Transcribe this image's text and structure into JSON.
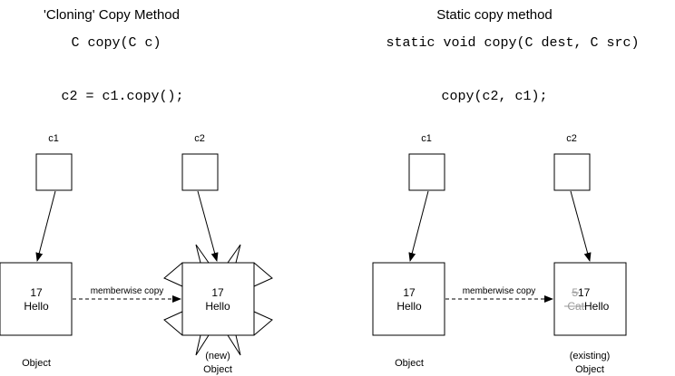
{
  "left": {
    "title": "'Cloning' Copy Method",
    "signature": "C copy(C c)",
    "call": "c2 = c1.copy();",
    "c1_label": "c1",
    "c2_label": "c2",
    "source_object": {
      "line1": "17",
      "line2": "Hello",
      "caption": "Object"
    },
    "target_object": {
      "line1": "17",
      "line2": "Hello",
      "caption_line1": "(new)",
      "caption_line2": "Object"
    },
    "arrow_label": "memberwise copy"
  },
  "right": {
    "title": "Static copy method",
    "signature": "static void copy(C dest, C src)",
    "call": "copy(c2, c1);",
    "c1_label": "c1",
    "c2_label": "c2",
    "source_object": {
      "line1": "17",
      "line2": "Hello",
      "caption": "Object"
    },
    "target_object": {
      "old_value": "5",
      "new_value": "17",
      "old_text": "Cat",
      "new_text": "Hello",
      "caption_line1": "(existing)",
      "caption_line2": "Object"
    },
    "arrow_label": "memberwise copy"
  },
  "colors": {
    "stroke": "#000000",
    "faded_text": "#9a9a9a",
    "background": "#ffffff"
  }
}
